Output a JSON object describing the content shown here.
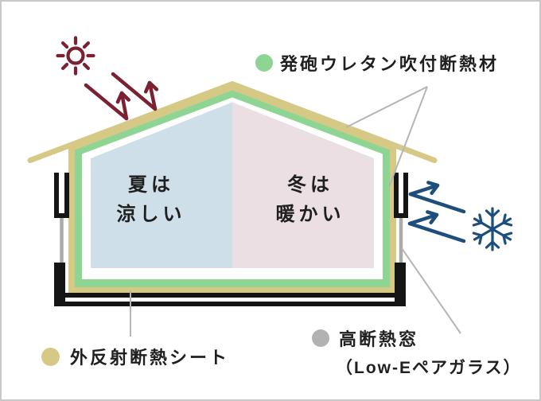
{
  "colors": {
    "tan": "#d6c985",
    "green": "#8ed594",
    "gray_dot": "#b2b2b2",
    "blue_room": "#cfdfe9",
    "pink_room": "#ebdfe4",
    "maroon": "#7b2132",
    "dark_blue": "#1d4e7c",
    "leader_gray": "#b5b5b5",
    "glass_gray": "#ababab",
    "frame_black": "#151515",
    "text": "#1f1f1f",
    "border": "#c9c9c9"
  },
  "interior": {
    "summer": {
      "line1": "夏は",
      "line2": "涼しい"
    },
    "winter": {
      "line1": "冬は",
      "line2": "暖かい"
    }
  },
  "legend": {
    "urethane": {
      "icon": "green-dot-icon",
      "label": "発砲ウレタン吹付断熱材",
      "color": "#8ed594"
    },
    "reflective_sheet": {
      "icon": "tan-dot-icon",
      "label": "外反射断熱シート",
      "color": "#d6c985"
    },
    "insulated_window": {
      "icon": "gray-dot-icon",
      "label": "高断熱窓",
      "label2": "（Low-Eペアガラス）",
      "color": "#b2b2b2"
    }
  },
  "icons": {
    "sun": "sun-icon",
    "snowflake": "snowflake-icon",
    "sun_arrows": "reflected-sunlight-arrows",
    "cold_arrows": "reflected-cold-air-arrows"
  }
}
